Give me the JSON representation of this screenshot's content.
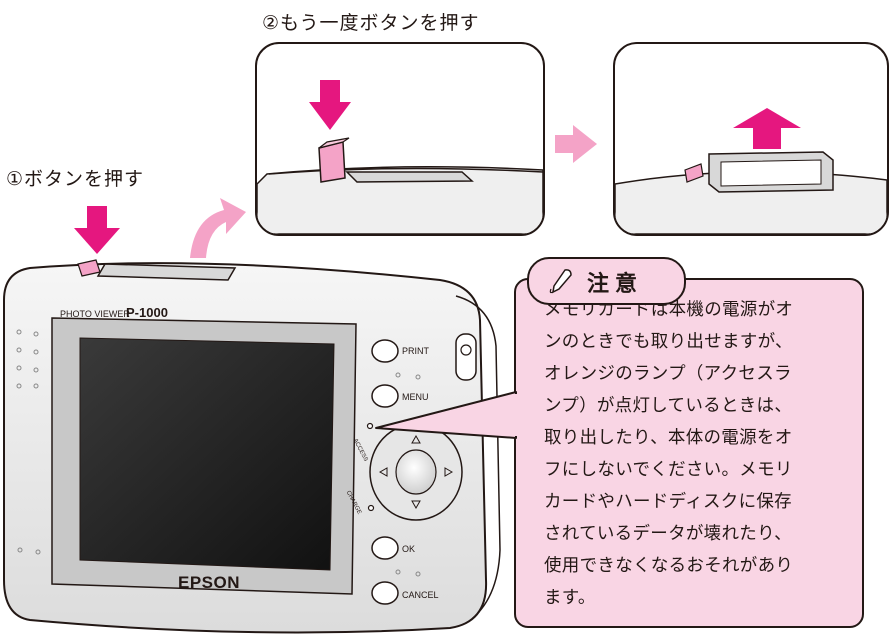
{
  "steps": {
    "step1": "①ボタンを押す",
    "step2": "②もう一度ボタンを押す"
  },
  "device": {
    "model_prefix": "PHOTO VIEWER",
    "model_name": "P-1000",
    "brand": "EPSON",
    "buttons": {
      "print": "PRINT",
      "menu": "MENU",
      "ok": "OK",
      "cancel": "CANCEL"
    },
    "indicators": {
      "access": "ACCESS",
      "charge": "CHARGE"
    }
  },
  "caution": {
    "title": "注意",
    "icon": "pencil-icon",
    "body": "メモリカードは本機の電源がオ\nンのときでも取り出せますが、\nオレンジのランプ（アクセスラ\nンプ）が点灯しているときは、\n取り出したり、本体の電源をオ\nフにしないでください。メモリ\nカードやハードディスクに保存\nされているデータが壊れたり、\n使用できなくなるおそれがあり\nます。"
  },
  "colors": {
    "accent_pink": "#e5177f",
    "arrow_light_pink": "#f4a3c7",
    "caution_bg": "#f9d5e4",
    "outline": "#231815"
  }
}
